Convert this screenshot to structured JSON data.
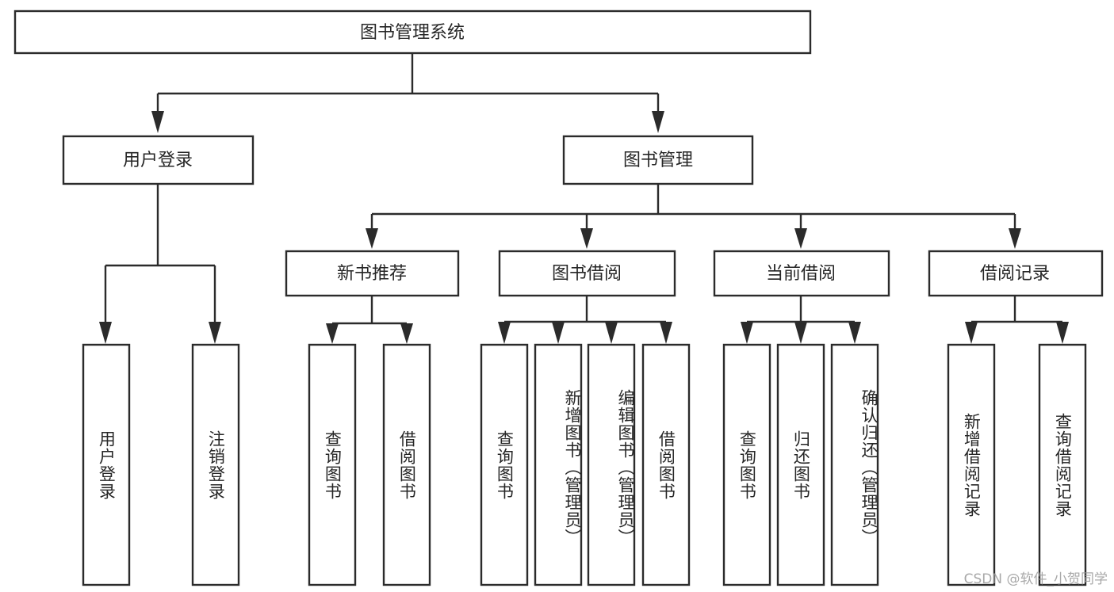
{
  "diagram": {
    "type": "tree",
    "title": "图书管理系统",
    "orientation": "top-down",
    "stroke_color": "#2b2b2b",
    "box_fill": "#ffffff",
    "background": "#ffffff",
    "levels": 4
  },
  "root": {
    "label": "图书管理系统"
  },
  "level2": {
    "user_login": {
      "label": "用户登录"
    },
    "book_manage": {
      "label": "图书管理"
    }
  },
  "level3": {
    "new_book_rec": {
      "label": "新书推荐"
    },
    "book_borrow": {
      "label": "图书借阅"
    },
    "current_borrow": {
      "label": "当前借阅"
    },
    "borrow_record": {
      "label": "借阅记录"
    }
  },
  "leaves": {
    "user_login": [
      {
        "label": "用户登录"
      },
      {
        "label": "注销登录"
      }
    ],
    "new_book_rec": [
      {
        "label": "查询图书"
      },
      {
        "label": "借阅图书"
      }
    ],
    "book_borrow": [
      {
        "label": "查询图书"
      },
      {
        "label": "新增图书（管理员）"
      },
      {
        "label": "编辑图书（管理员）"
      },
      {
        "label": "借阅图书"
      }
    ],
    "current_borrow": [
      {
        "label": "查询图书"
      },
      {
        "label": "归还图书"
      },
      {
        "label": "确认归还（管理员）"
      }
    ],
    "borrow_record": [
      {
        "label": "新增借阅记录"
      },
      {
        "label": "查询借阅记录"
      }
    ]
  },
  "watermark": {
    "text": "CSDN @软件_小贺同学"
  }
}
